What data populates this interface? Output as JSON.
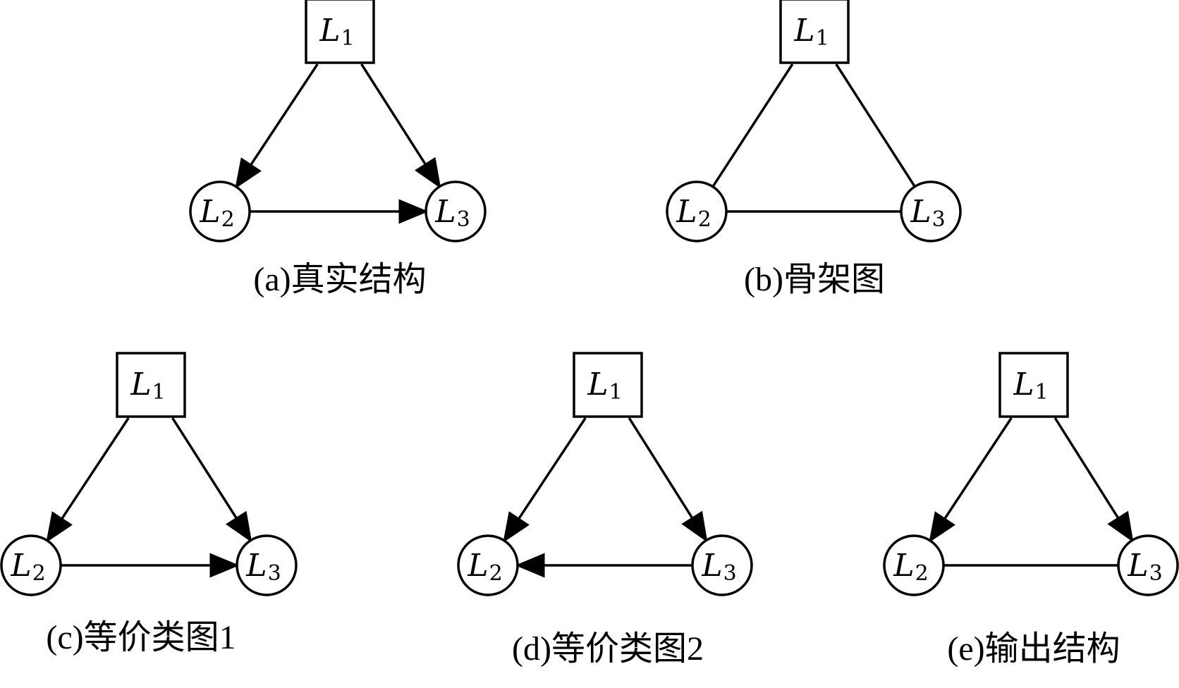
{
  "panels": [
    {
      "caption": "(a)真实结构",
      "nodes": [
        {
          "id": "L1",
          "label": "L",
          "sub": "1",
          "shape": "square"
        },
        {
          "id": "L2",
          "label": "L",
          "sub": "2",
          "shape": "circle"
        },
        {
          "id": "L3",
          "label": "L",
          "sub": "3",
          "shape": "circle"
        }
      ],
      "edges": [
        {
          "from": "L1",
          "to": "L2",
          "directed": true
        },
        {
          "from": "L1",
          "to": "L3",
          "directed": true
        },
        {
          "from": "L2",
          "to": "L3",
          "directed": true
        }
      ]
    },
    {
      "caption": "(b)骨架图",
      "nodes": [
        {
          "id": "L1",
          "label": "L",
          "sub": "1",
          "shape": "square"
        },
        {
          "id": "L2",
          "label": "L",
          "sub": "2",
          "shape": "circle"
        },
        {
          "id": "L3",
          "label": "L",
          "sub": "3",
          "shape": "circle"
        }
      ],
      "edges": [
        {
          "from": "L1",
          "to": "L2",
          "directed": false
        },
        {
          "from": "L1",
          "to": "L3",
          "directed": false
        },
        {
          "from": "L2",
          "to": "L3",
          "directed": false
        }
      ]
    },
    {
      "caption": "(c)等价类图1",
      "nodes": [
        {
          "id": "L1",
          "label": "L",
          "sub": "1",
          "shape": "square"
        },
        {
          "id": "L2",
          "label": "L",
          "sub": "2",
          "shape": "circle"
        },
        {
          "id": "L3",
          "label": "L",
          "sub": "3",
          "shape": "circle"
        }
      ],
      "edges": [
        {
          "from": "L1",
          "to": "L2",
          "directed": true
        },
        {
          "from": "L1",
          "to": "L3",
          "directed": true
        },
        {
          "from": "L2",
          "to": "L3",
          "directed": true
        }
      ]
    },
    {
      "caption": "(d)等价类图2",
      "nodes": [
        {
          "id": "L1",
          "label": "L",
          "sub": "1",
          "shape": "square"
        },
        {
          "id": "L2",
          "label": "L",
          "sub": "2",
          "shape": "circle"
        },
        {
          "id": "L3",
          "label": "L",
          "sub": "3",
          "shape": "circle"
        }
      ],
      "edges": [
        {
          "from": "L1",
          "to": "L2",
          "directed": true
        },
        {
          "from": "L1",
          "to": "L3",
          "directed": true
        },
        {
          "from": "L3",
          "to": "L2",
          "directed": true
        }
      ]
    },
    {
      "caption": "(e)输出结构",
      "nodes": [
        {
          "id": "L1",
          "label": "L",
          "sub": "1",
          "shape": "square"
        },
        {
          "id": "L2",
          "label": "L",
          "sub": "2",
          "shape": "circle"
        },
        {
          "id": "L3",
          "label": "L",
          "sub": "3",
          "shape": "circle"
        }
      ],
      "edges": [
        {
          "from": "L1",
          "to": "L2",
          "directed": true
        },
        {
          "from": "L1",
          "to": "L3",
          "directed": true
        },
        {
          "from": "L2",
          "to": "L3",
          "directed": false
        }
      ]
    }
  ]
}
